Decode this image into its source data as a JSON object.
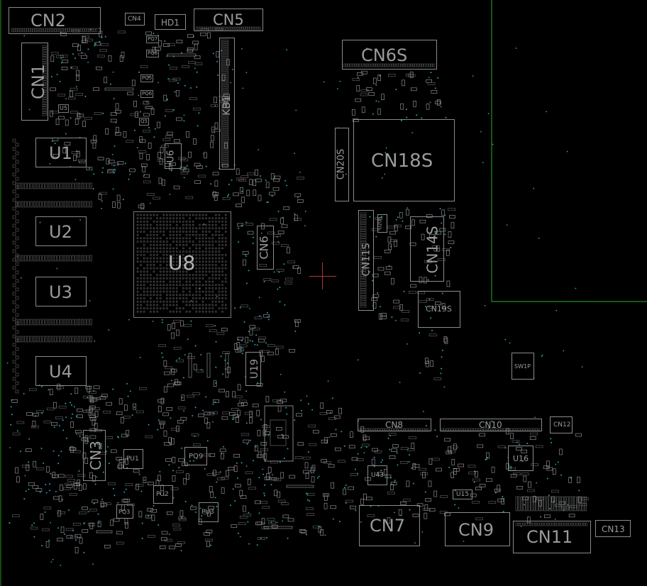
{
  "board": {
    "background": "#000000",
    "outline_color": "#1f8f1f",
    "silk_color": "#a0a0a0",
    "via_color": "#2a9fb5",
    "cursor_color": "#b03535"
  },
  "components": {
    "cn2": "CN2",
    "cn4": "CN4",
    "hd1": "HD1",
    "cn5": "CN5",
    "cn1": "CN1",
    "kb1": "KB1",
    "u5": "U5",
    "pq7": "PQ7",
    "pq8": "PQ8",
    "pq5": "PQ5",
    "pq6": "PQ6",
    "q5": "Q5",
    "u1": "U1",
    "u6": "U6",
    "cn6s": "CN6S",
    "cn20s": "CN20S",
    "cn18s": "CN18S",
    "u8": "U8",
    "cn6": "CN6",
    "u2": "U2",
    "cn11s": "CN11S",
    "cn14s": "CN14S",
    "u3": "U3",
    "u20s": "U20S",
    "cn19s": "CN19S",
    "u4": "U4",
    "u19": "U19",
    "sw1p": "SW1P",
    "cn8": "CN8",
    "cn10": "CN10",
    "cn12": "CN12",
    "cn3": "CN3",
    "pu1": "PU1",
    "pq9": "PQ9",
    "u43": "U43",
    "u16": "U16",
    "pu2": "PU2",
    "u15": "U15",
    "pq3": "PQ3",
    "pu3": "PU3",
    "cn7": "CN7",
    "cn9": "CN9",
    "cn11": "CN11",
    "cn13": "CN13"
  }
}
